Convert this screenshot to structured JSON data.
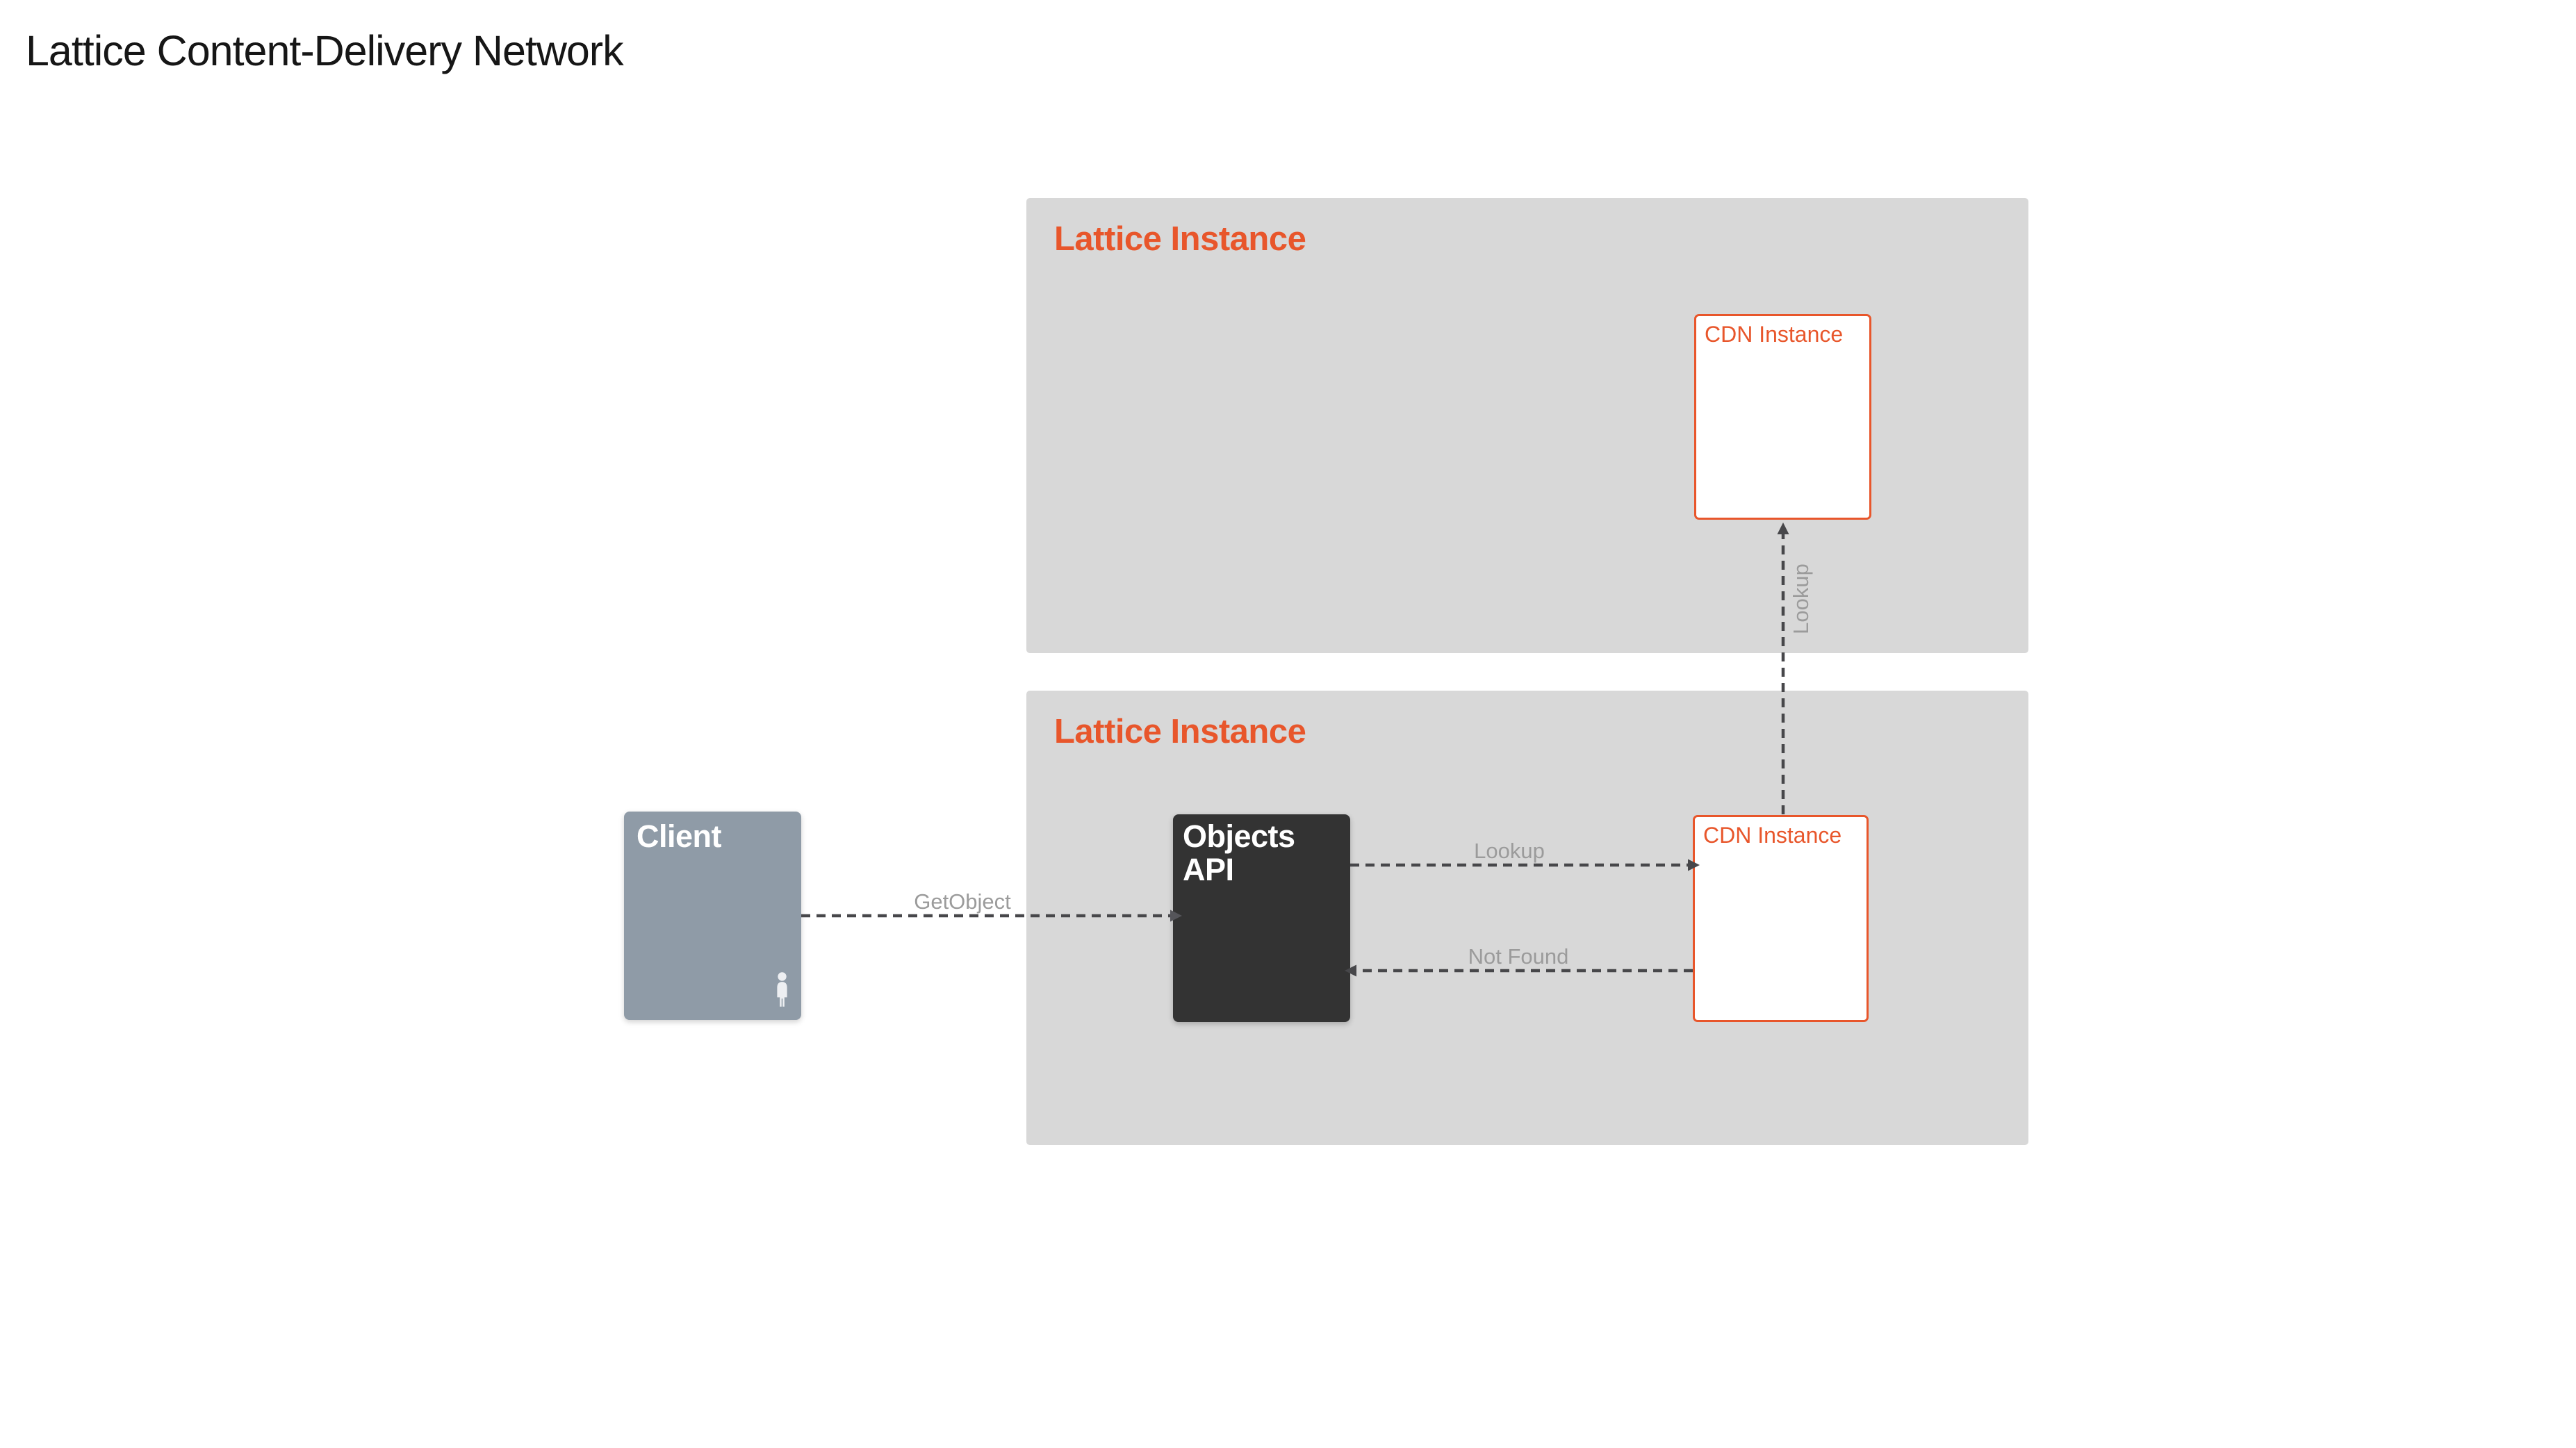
{
  "page": {
    "title": "Lattice Content-Delivery Network"
  },
  "client": {
    "label": "Client",
    "icon": "person-icon"
  },
  "instances": [
    {
      "label": "Lattice Instance",
      "cdn_label": "CDN Instance"
    },
    {
      "label": "Lattice Instance",
      "objects_api_label": "Objects API",
      "cdn_label": "CDN Instance"
    }
  ],
  "arrows": {
    "getobject": {
      "label": "GetObject",
      "from": "client",
      "to": "objects-api",
      "style": "dashed"
    },
    "lookup": {
      "label": "Lookup",
      "from": "objects-api",
      "to": "cdn-instance",
      "style": "dashed"
    },
    "not_found": {
      "label": "Not Found",
      "from": "cdn-instance",
      "to": "objects-api",
      "style": "dashed"
    },
    "lookup_vertical": {
      "label": "Lookup",
      "from": "cdn-instance-bottom",
      "to": "cdn-instance-top",
      "style": "dashed"
    }
  },
  "colors": {
    "accent_orange": "#E8562B",
    "instance_gray": "#D8D8D8",
    "objects_dark": "#333333",
    "client_blue_gray": "#8F9BA7",
    "arrow_dark_gray": "#47474A",
    "label_gray": "#9B9B9B",
    "title_black": "#161616",
    "background": "#FFFFFF"
  }
}
